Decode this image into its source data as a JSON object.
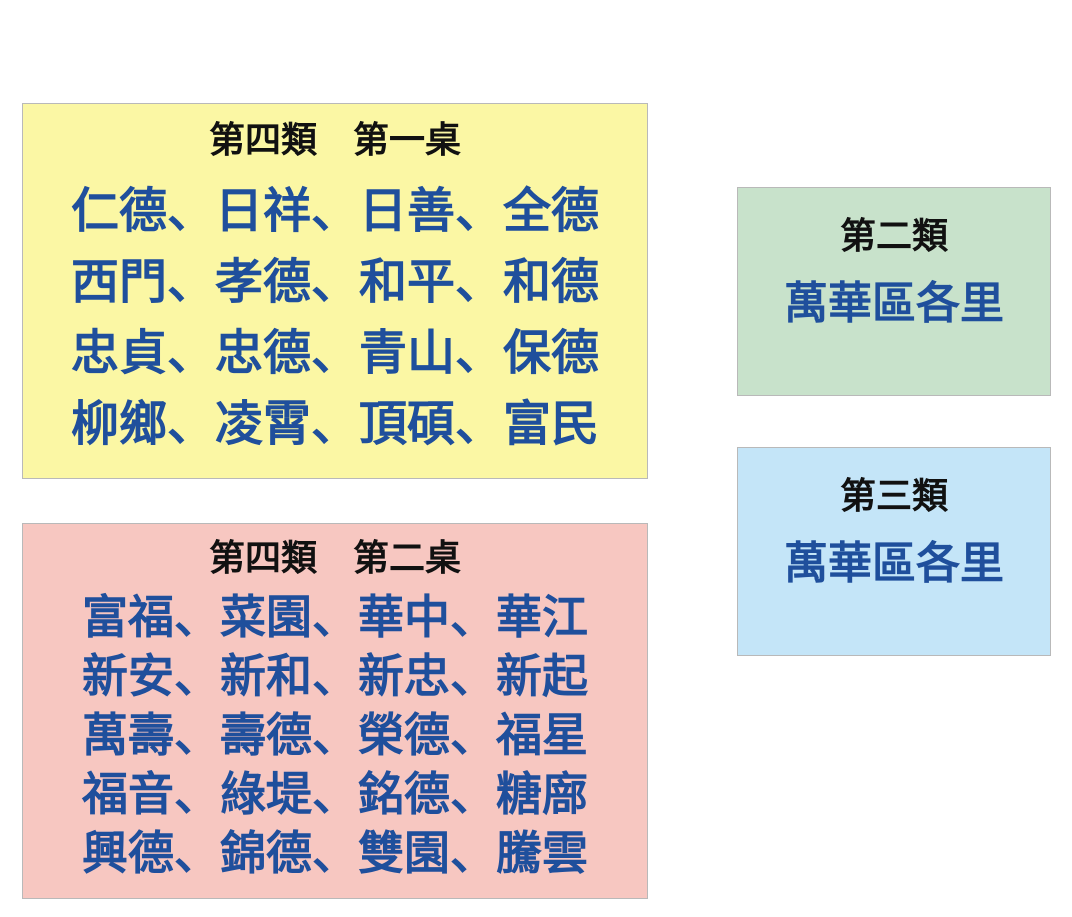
{
  "colors": {
    "table1_bg": "#fbf7a4",
    "table2_bg": "#f7c7c1",
    "class2_bg": "#c8e2cb",
    "class3_bg": "#c4e5f8",
    "title_text": "#111111",
    "body_text": "#1f4f9c"
  },
  "table1": {
    "title": "第四類　第一桌",
    "lines": [
      "仁德、日祥、日善、全德",
      "西門、孝德、和平、和德",
      "忠貞、忠德、青山、保德",
      "柳鄉、凌霄、頂碩、富民"
    ]
  },
  "table2": {
    "title": "第四類　第二桌",
    "lines": [
      "富福、菜園、華中、華江",
      "新安、新和、新忠、新起",
      "萬壽、壽德、榮德、福星",
      "福音、綠堤、銘德、糖廍",
      "興德、錦德、雙園、騰雲"
    ]
  },
  "class2": {
    "title": "第二類",
    "body": "萬華區各里"
  },
  "class3": {
    "title": "第三類",
    "body": "萬華區各里"
  }
}
